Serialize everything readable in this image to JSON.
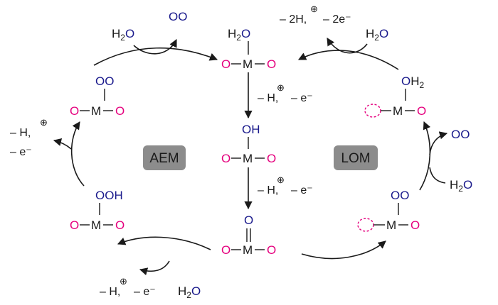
{
  "symbols": {
    "metal": "M",
    "oxygen": "O",
    "water_h": "H",
    "water_sub": "2",
    "oh": "OH",
    "ooh": "OOH",
    "oo": "OO",
    "oh2_o": "O",
    "oh2_h": "H",
    "oh2_sub": "2"
  },
  "labels": {
    "aem": "AEM",
    "lom": "LOM",
    "deprot_top": "– 2H,",
    "e2_top": "– 2e⁻",
    "deprot": "– H,",
    "e1": "– e⁻",
    "plus": "⊕"
  },
  "colors": {
    "pink": "#e5007e",
    "navy": "#1a1a8c",
    "badge": "#8c8c8c"
  }
}
